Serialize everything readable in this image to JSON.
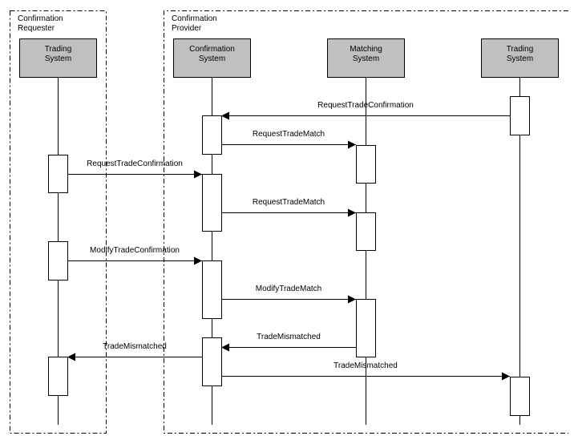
{
  "frames": [
    {
      "id": "requester",
      "title": "Confirmation\nRequester"
    },
    {
      "id": "provider",
      "title": "Confirmation\nProvider"
    }
  ],
  "lifelines": [
    {
      "id": "ts_left",
      "label": "Trading\nSystem",
      "frame": "requester"
    },
    {
      "id": "cs",
      "label": "Confirmation\nSystem",
      "frame": "provider"
    },
    {
      "id": "ms",
      "label": "Matching\nSystem",
      "frame": "provider"
    },
    {
      "id": "ts_right",
      "label": "Trading\nSystem",
      "frame": "provider"
    }
  ],
  "messages": [
    {
      "label": "RequestTradeConfirmation",
      "from": "ts_right",
      "to": "cs"
    },
    {
      "label": "RequestTradeMatch",
      "from": "cs",
      "to": "ms"
    },
    {
      "label": "RequestTradeConfirmation",
      "from": "ts_left",
      "to": "cs"
    },
    {
      "label": "RequestTradeMatch",
      "from": "cs",
      "to": "ms"
    },
    {
      "label": "ModifyTradeConfirmation",
      "from": "ts_left",
      "to": "cs"
    },
    {
      "label": "ModifyTradeMatch",
      "from": "cs",
      "to": "ms"
    },
    {
      "label": "TradeMismatched",
      "from": "ms",
      "to": "cs"
    },
    {
      "label": "TradeMismatched",
      "from": "cs",
      "to": "ts_left"
    },
    {
      "label": "TradeMismatched",
      "from": "cs",
      "to": "ts_right"
    }
  ],
  "colors": {
    "header_fill": "#c0c0c0",
    "line": "#000000",
    "background": "#ffffff"
  }
}
